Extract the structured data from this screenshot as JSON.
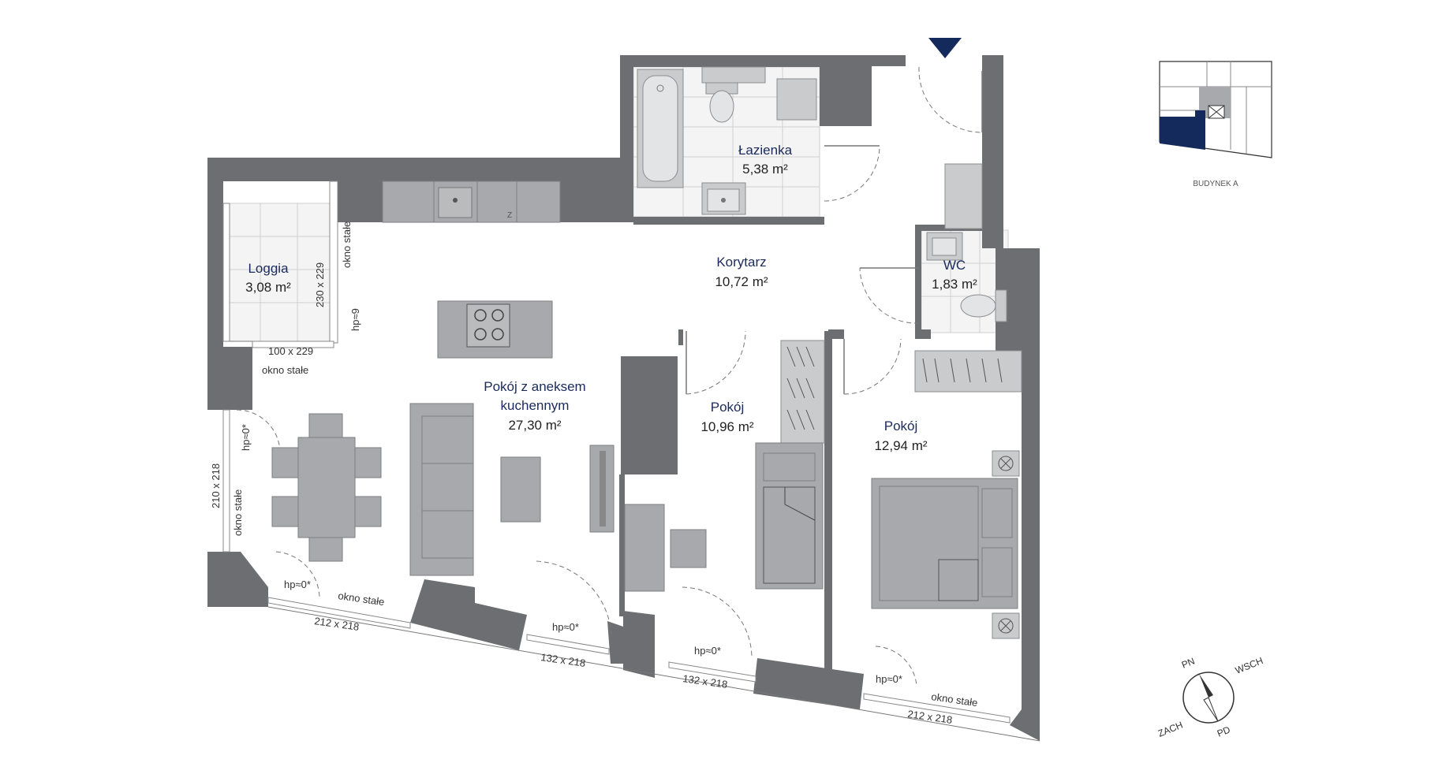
{
  "rooms": {
    "lazienka": {
      "name": "Łazienka",
      "area": "5,38 m²"
    },
    "korytarz": {
      "name": "Korytarz",
      "area": "10,72 m²"
    },
    "wc": {
      "name": "WC",
      "area": "1,83 m²"
    },
    "loggia": {
      "name": "Loggia",
      "area": "3,08 m²"
    },
    "salon": {
      "name_line1": "Pokój z aneksem",
      "name_line2": "kuchennym",
      "area": "27,30 m²"
    },
    "pokoj1": {
      "name": "Pokój",
      "area": "10,96 m²"
    },
    "pokoj2": {
      "name": "Pokój",
      "area": "12,94 m²"
    }
  },
  "labels": {
    "okno_stale": "okno stałe",
    "hp0": "hp≈0*",
    "hp9": "hp≈9",
    "fridge": "Z",
    "dim_230x229": "230 x 229",
    "dim_100x229": "100 x 229",
    "dim_210x218": "210 x 218",
    "dim_212x218": "212 x 218",
    "dim_132x218": "132 x 218"
  },
  "keyplan": {
    "caption": "BUDYNEK A",
    "highlight_color": "#14295c"
  },
  "compass": {
    "n": "PN",
    "e": "WSCH",
    "s": "PD",
    "w": "ZACH"
  },
  "colors": {
    "wall": "#6d6e71",
    "furniture": "#a7a9ac",
    "entrance_arrow": "#14295c",
    "room_text": "#1b2a5c"
  }
}
